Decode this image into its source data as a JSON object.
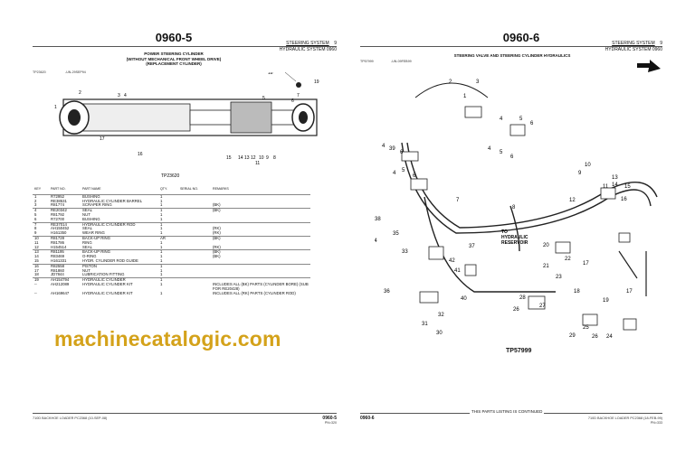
{
  "left": {
    "page_number": "0960-5",
    "section": "STEERING SYSTEM",
    "section_num": "9",
    "subsection": "HYDRAULIC SYSTEM 0960",
    "title_lines": [
      "POWER STEERING CYLINDER",
      "(WITHOUT MECHANICAL FRONT WHEEL DRIVE)",
      "(REPLACEMENT CYLINDER)"
    ],
    "ref_id": "TP23620",
    "ref_date": "-UN-29SEP94",
    "figure_caption": "TP23620",
    "callouts": [
      "1",
      "2",
      "3",
      "4",
      "5",
      "6",
      "7",
      "8",
      "9",
      "10",
      "11",
      "12",
      "13",
      "14",
      "15",
      "16",
      "17",
      "18",
      "19"
    ],
    "table": {
      "headers": [
        "KEY",
        "PART NO.",
        "PART NAME",
        "QTY.",
        "SERIAL NO.",
        "REMARKS"
      ],
      "rows": [
        [
          "1",
          "R72952",
          "BUSHING",
          "1",
          "",
          ""
        ],
        [
          "2",
          "RE38531",
          "HYDRAULIC CYLINDER BARREL",
          "1",
          "",
          ""
        ],
        [
          "3",
          "R81774",
          "SCRAPER RING",
          "1",
          "",
          "(BK)"
        ],
        [
          "4",
          "RE20342",
          "SEAL",
          "1",
          "",
          "(BK)"
        ],
        [
          "5",
          "R81792",
          "NUT",
          "1",
          "",
          ""
        ],
        [
          "6",
          "R72700",
          "BUSHING",
          "1",
          "",
          ""
        ],
        [
          "7",
          "RE37014",
          "HYDRAULIC CYLINDER ROD",
          "1",
          "",
          ""
        ],
        [
          "8",
          "AH150452",
          "SEAL",
          "1",
          "",
          "(RK)"
        ],
        [
          "9",
          "H161350",
          "WEAR RING",
          "1",
          "",
          "(RK)"
        ],
        [
          "10",
          "R81728",
          "BACK-UP RING",
          "AR",
          "",
          "(BK)"
        ],
        [
          "11",
          "R81786",
          "RING",
          "1",
          "",
          ""
        ],
        [
          "12",
          "H154514",
          "SEAL",
          "1",
          "",
          "(RK)"
        ],
        [
          "13",
          "R81195",
          "BACK-UP RING",
          "1",
          "",
          "(BK)"
        ],
        [
          "14",
          "R83469",
          "O-RING",
          "1",
          "",
          "(BK)"
        ],
        [
          "15",
          "H161331",
          "HYDR. CYLINDER ROD GUIDE",
          "1",
          "",
          ""
        ],
        [
          "16",
          "R82558",
          "PISTON",
          "1",
          "",
          ""
        ],
        [
          "17",
          "R81860",
          "NUT",
          "1",
          "",
          ""
        ],
        [
          "18",
          "JD7844",
          "LUBRICATION FITTING",
          "1",
          "",
          ""
        ],
        [
          "19",
          "AH154794",
          "HYDRAULIC CYLINDER",
          "1",
          "",
          ""
        ],
        [
          "--",
          "AH212089",
          "HYDRAULIC CYLINDER KIT",
          "1",
          "",
          "INCLUDES ALL (BK) PARTS (CYLINDER BORE) (SUB FOR RE20428)"
        ],
        [
          "--",
          "AH169647",
          "HYDRAULIC CYLINDER KIT",
          "1",
          "",
          "INCLUDES ALL (RK) PARTS (CYLINDER ROD)"
        ]
      ]
    },
    "footer": "710D BACKHOE LOADER    PC2368    (10-SEP-08)",
    "footer_page": "0960-5",
    "footer_sub": "PN=320"
  },
  "right": {
    "page_number": "0960-6",
    "section": "STEERING SYSTEM",
    "section_num": "9",
    "subsection": "HYDRAULIC SYSTEM 0960",
    "title": "STEERING VALVE AND STEERING CYLINDER HYDRAULICS",
    "ref_id": "TP57999",
    "ref_date": "-UN-09FEB99",
    "reservoir_label": [
      "TO",
      "HYDRAULIC",
      "RESERVOIR"
    ],
    "figure_caption": "TP57999",
    "continued": "THIS PARTS LISTING IS CONTINUED",
    "footer_page": "0960-6",
    "footer": "710D BACKHOE LOADER    PC2368    (18-FEB-99)",
    "footer_sub": "PN=333"
  },
  "watermark": "machinecatalogic.com"
}
